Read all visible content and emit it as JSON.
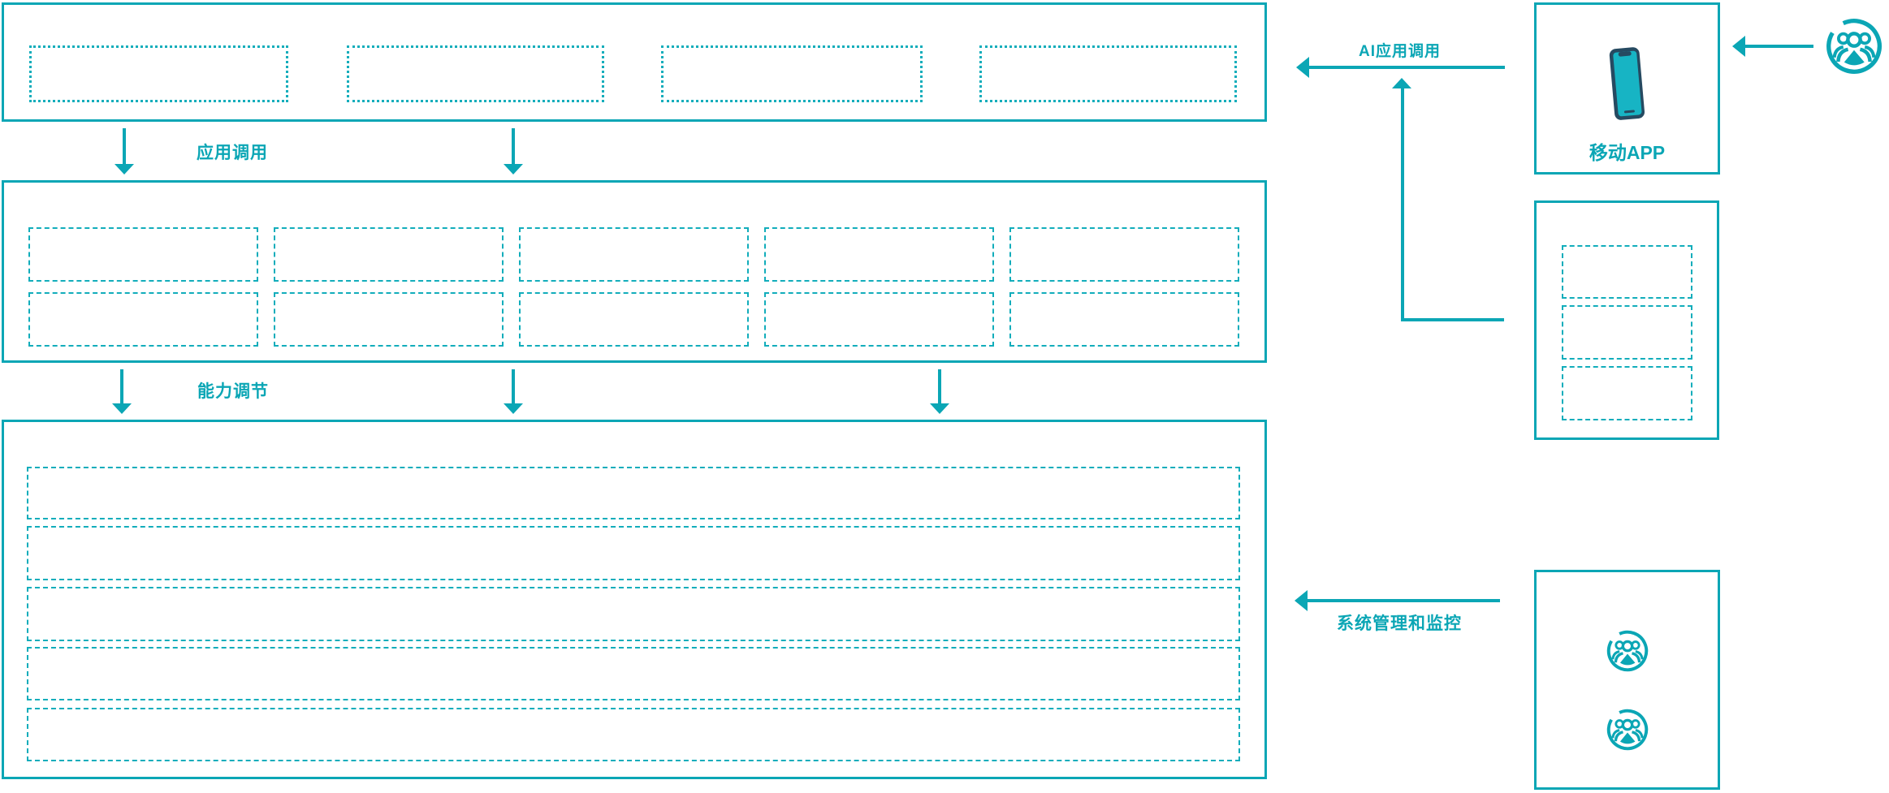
{
  "colors": {
    "teal": "#0ba6b5",
    "dash": "#12adbb",
    "phone_screen": "#17b4c4",
    "phone_dark": "#264a61"
  },
  "flow_labels": {
    "app_call": "应用调用",
    "capability_tuning": "能力调节",
    "ai_app_call": "AI应用调用",
    "system_mgmt": "系统管理和监控"
  },
  "top_layer": {
    "placeholder_boxes": 4
  },
  "middle_layer": {
    "placeholder_rows": 2,
    "boxes_per_row": 5
  },
  "bottom_layer": {
    "placeholder_rows": 5
  },
  "right_column": {
    "mobile_app": {
      "label": "移动APP",
      "icon": "smartphone-icon"
    },
    "module_panel": {
      "placeholder_boxes": 3
    },
    "admin_panel": {
      "icons": [
        "users-icon",
        "users-icon"
      ]
    },
    "top_user_icon": "users-icon"
  }
}
